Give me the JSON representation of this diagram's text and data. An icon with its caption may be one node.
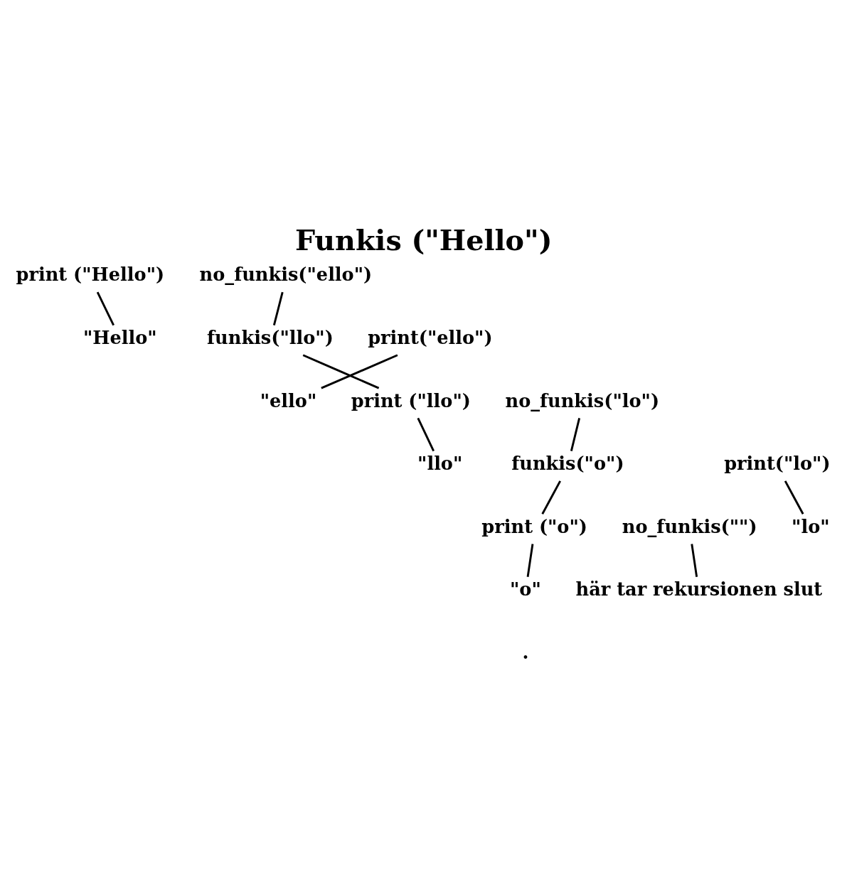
{
  "diagram": {
    "title": "Funkis (\"Hello\")",
    "nodes": [
      {
        "text": [
          "print (\"Hello\")"
        ]
      },
      {
        "text": [
          "no_funkis(\"ello\")"
        ]
      },
      {
        "text": [
          "\"Hello\""
        ]
      },
      {
        "text": [
          "funkis(\"llo\")"
        ]
      },
      {
        "text": [
          "print(\"ello\")"
        ]
      },
      {
        "text": [
          "\"ello\""
        ]
      },
      {
        "text": [
          "print (\"llo\")"
        ]
      },
      {
        "text": [
          "no_funkis(\"lo\")"
        ]
      },
      {
        "text": [
          "\"llo\""
        ]
      },
      {
        "text": [
          "funkis(\"o\")"
        ]
      },
      {
        "text": [
          "print(\"lo\")"
        ]
      },
      {
        "text": [
          "print (\"o\")"
        ]
      },
      {
        "text": [
          "no_funkis(\"\")"
        ]
      },
      {
        "text": [
          "\"lo\""
        ]
      },
      {
        "text": [
          "\"o\""
        ]
      },
      {
        "text": [
          "här tar rekursionen slut"
        ]
      }
    ],
    "edges": [
      {
        "from": 0,
        "to": 2,
        "arrow": "none"
      },
      {
        "from": 1,
        "to": 3,
        "arrow": "none"
      },
      {
        "from": 4,
        "to": 5,
        "arrow": "none"
      },
      {
        "from": 3,
        "to": 6,
        "arrow": "none"
      },
      {
        "from": 6,
        "to": 8,
        "arrow": "none"
      },
      {
        "from": 7,
        "to": 9,
        "arrow": "none"
      },
      {
        "from": 10,
        "to": 13,
        "arrow": "none"
      },
      {
        "from": 9,
        "to": 11,
        "arrow": "none"
      },
      {
        "from": 11,
        "to": 14,
        "arrow": "none"
      },
      {
        "from": 12,
        "to": 15,
        "arrow": "none"
      }
    ],
    "labels": [
      "."
    ]
  }
}
